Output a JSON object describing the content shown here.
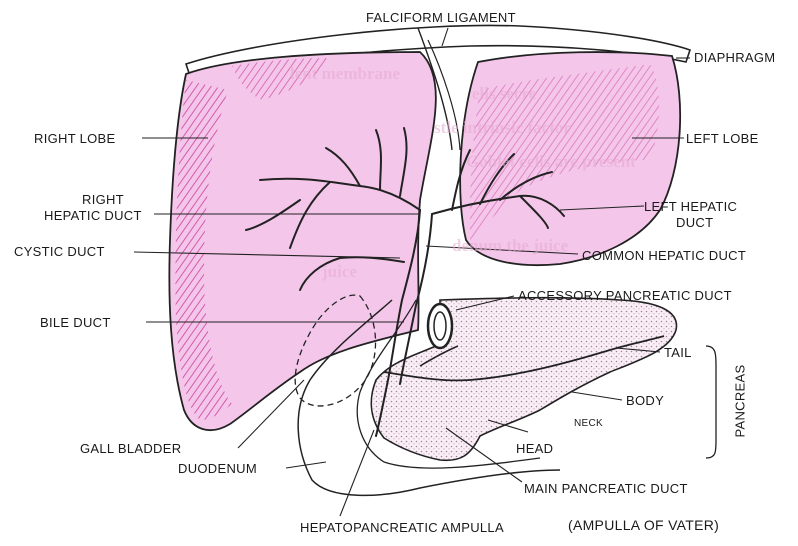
{
  "diagram": {
    "colors": {
      "liver_fill": "#f4c7ea",
      "liver_shade": "#d25ab0",
      "outline": "#222222",
      "pancreas_dots": "#9a8a92",
      "background": "#ffffff"
    },
    "labels": {
      "falciform_ligament": "FALCIFORM  LIGAMENT",
      "diaphragm": "DIAPHRAGM",
      "right_lobe": "RIGHT LOBE",
      "left_lobe": "LEFT LOBE",
      "right_hepatic_duct_line1": "RIGHT",
      "right_hepatic_duct_line2": "HEPATIC DUCT",
      "left_hepatic_duct_line1": "LEFT HEPATIC",
      "left_hepatic_duct_line2": "DUCT",
      "cystic_duct": "CYSTIC DUCT",
      "common_hepatic_duct": "COMMON HEPATIC DUCT",
      "accessory_pancreatic_duct": "ACCESSORY PANCREATIC DUCT",
      "bile_duct": "BILE DUCT",
      "tail": "TAIL",
      "pancreas": "PANCREAS",
      "body": "BODY",
      "neck": "NECK",
      "head": "HEAD",
      "gall_bladder": "GALL BLADDER",
      "duodenum": "DUODENUM",
      "main_pancreatic_duct": "MAIN  PANCREATIC DUCT",
      "hepatopancreatic_ampulla": "HEPATOPANCREATIC AMPULLA",
      "ampulla_of_vater": "(AMPULLA OF VATER)"
    },
    "background_text": [
      "lent membrane",
      "ells secre",
      "stle intrinsic factor",
      "Goblet cells are present",
      "denum the juice",
      "juice"
    ]
  }
}
